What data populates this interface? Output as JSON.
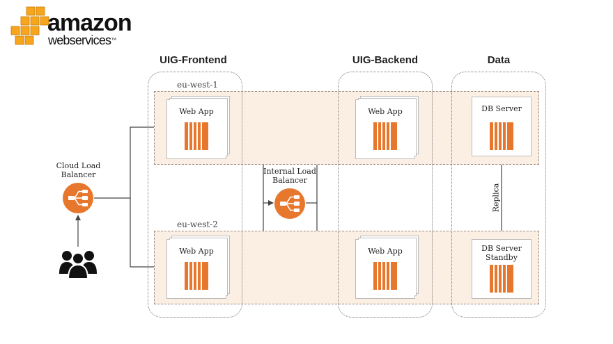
{
  "logo": {
    "line1": "amazon",
    "line2": "webservices",
    "mark": "™"
  },
  "columns": {
    "frontend": "UIG-Frontend",
    "backend": "UIG-Backend",
    "data": "Data"
  },
  "regions": {
    "top": "eu-west-1",
    "bottom": "eu-west-2"
  },
  "nodes": {
    "cloud_lb": "Cloud Load Balancer",
    "internal_lb": "Internal Load Balancer",
    "web_app": "Web App",
    "db_server": "DB Server",
    "db_standby_line1": "DB Server",
    "db_standby_line2": "Standby",
    "replica": "Replica"
  },
  "icons": {
    "users": "users-icon",
    "load_balancer": "load-balancer-icon",
    "ec2": "ec2-instance-icon",
    "aws": "aws-cubes-icon"
  },
  "colors": {
    "accent": "#e8772e",
    "region_fill": "#fbeee3",
    "text": "#222222"
  }
}
